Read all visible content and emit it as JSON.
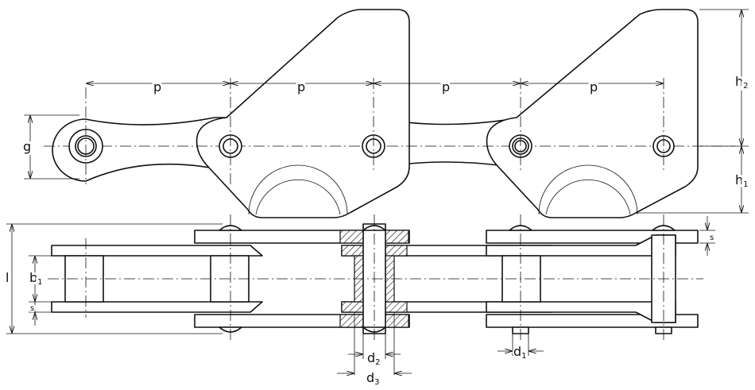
{
  "labels": {
    "pitch": "p",
    "g": "g",
    "h2_main": "h",
    "h2_sub": "2",
    "h1_main": "h",
    "h1_sub": "1",
    "l": "l",
    "b1_main": "b",
    "b1_sub": "1",
    "s": "s",
    "d2_main": "d",
    "d2_sub": "2",
    "d3_main": "d",
    "d3_sub": "3",
    "d1_main": "d",
    "d1_sub": "1"
  },
  "colors": {
    "line": "#111111",
    "background": "#ffffff"
  }
}
